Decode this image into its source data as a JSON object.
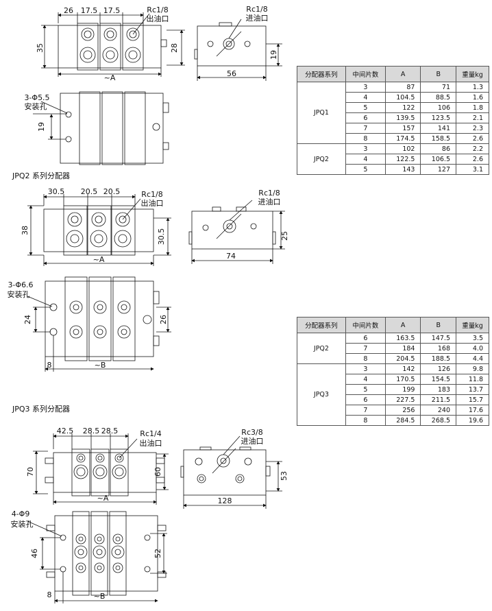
{
  "labels": {
    "jpq2_title": "JPQ2 系列分配器",
    "jpq3_title": "JPQ3 系列分配器"
  },
  "jpq1_drawing": {
    "dims_top": [
      "26",
      "17.5",
      "17.5"
    ],
    "dim_height": "35",
    "dim_inner": "28",
    "dim_a": "~A",
    "outlet": "Rc1/8",
    "outlet_label": "出油口",
    "inlet": "Rc1/8",
    "inlet_label": "进油口",
    "side_width": "56",
    "side_height": "19",
    "mount": "3-Φ5.5",
    "mount_label": "安装孔",
    "dim_19": "19"
  },
  "jpq2_drawing": {
    "dims_top": [
      "30.5",
      "20.5",
      "20.5"
    ],
    "dim_height": "38",
    "dim_inner": "30.5",
    "dim_a": "~A",
    "outlet": "Rc1/8",
    "outlet_label": "出油口",
    "inlet": "Rc1/8",
    "inlet_label": "进油口",
    "side_width": "74",
    "side_height": "25",
    "mount": "3-Φ6.6",
    "mount_label": "安装孔",
    "dim_24": "24",
    "dim_26": "26",
    "dim_8": "8",
    "dim_b": "~B"
  },
  "jpq3_drawing": {
    "dims_top": [
      "42.5",
      "28.5",
      "28.5"
    ],
    "dim_height": "70",
    "dim_inner": "60",
    "dim_a": "~A",
    "outlet": "Rc1/4",
    "outlet_label": "出油口",
    "inlet": "Rc3/8",
    "inlet_label": "进油口",
    "side_width": "128",
    "side_height": "53",
    "mount": "4-Φ9",
    "mount_label": "安装孔",
    "dim_46": "46",
    "dim_52": "52",
    "dim_8": "8",
    "dim_b": "~B"
  },
  "table1": {
    "headers": [
      "分配器系列",
      "中间片数",
      "A",
      "B",
      "重量kg"
    ],
    "groups": [
      {
        "series": "JPQ1",
        "rows": [
          [
            "3",
            "87",
            "71",
            "1.3"
          ],
          [
            "4",
            "104.5",
            "88.5",
            "1.6"
          ],
          [
            "5",
            "122",
            "106",
            "1.8"
          ],
          [
            "6",
            "139.5",
            "123.5",
            "2.1"
          ],
          [
            "7",
            "157",
            "141",
            "2.3"
          ],
          [
            "8",
            "174.5",
            "158.5",
            "2.6"
          ]
        ]
      },
      {
        "series": "JPQ2",
        "rows": [
          [
            "3",
            "102",
            "86",
            "2.2"
          ],
          [
            "4",
            "122.5",
            "106.5",
            "2.6"
          ],
          [
            "5",
            "143",
            "127",
            "3.1"
          ]
        ]
      }
    ]
  },
  "table2": {
    "headers": [
      "分配器系列",
      "中间片数",
      "A",
      "B",
      "重量kg"
    ],
    "groups": [
      {
        "series": "JPQ2",
        "rows": [
          [
            "6",
            "163.5",
            "147.5",
            "3.5"
          ],
          [
            "7",
            "184",
            "168",
            "4.0"
          ],
          [
            "8",
            "204.5",
            "188.5",
            "4.4"
          ]
        ]
      },
      {
        "series": "JPQ3",
        "rows": [
          [
            "3",
            "142",
            "126",
            "9.8"
          ],
          [
            "4",
            "170.5",
            "154.5",
            "11.8"
          ],
          [
            "5",
            "199",
            "183",
            "13.7"
          ],
          [
            "6",
            "227.5",
            "211.5",
            "15.7"
          ],
          [
            "7",
            "256",
            "240",
            "17.6"
          ],
          [
            "8",
            "284.5",
            "268.5",
            "19.6"
          ]
        ]
      }
    ]
  }
}
